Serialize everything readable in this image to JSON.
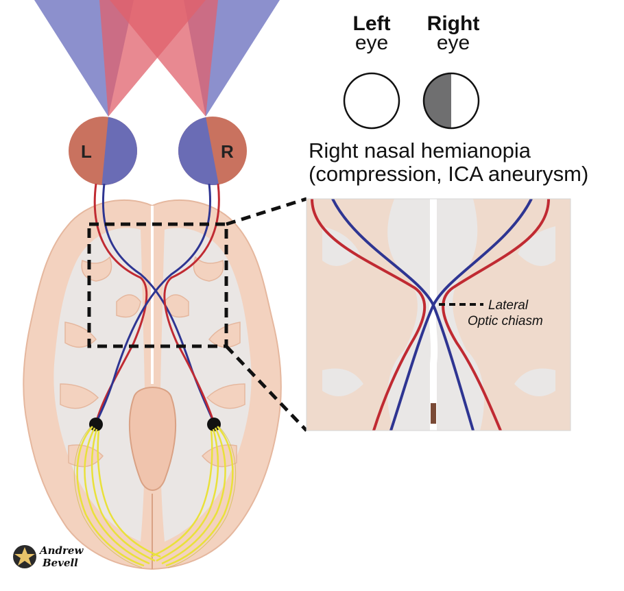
{
  "eyes": {
    "left": {
      "heading": "Left",
      "sub": "eye",
      "letter": "L",
      "field_deficit": "none"
    },
    "right": {
      "heading": "Right",
      "sub": "eye",
      "letter": "R",
      "field_deficit": "left half (nasal) dark"
    }
  },
  "condition": {
    "line1": "Right nasal hemianopia",
    "line2": "(compression, ICA aneurysm)"
  },
  "callout": {
    "line1": "Lateral",
    "line2": "Optic chiasm"
  },
  "signature": {
    "line1": "Andrew",
    "line2": "Bevell"
  },
  "colors": {
    "blue_pathway": "#2e3592",
    "red_pathway": "#c02a32",
    "blue_field": "#7f84c8",
    "red_field": "#e0616c",
    "eyeball_red": "#c9725f",
    "eyeball_blue": "#6a6cb5",
    "brain_pink": "#f3d2bf",
    "white_matter": "#e9e7e6",
    "radiation_yellow": "#e9e13a",
    "deficit_grey": "#6f6f70"
  }
}
